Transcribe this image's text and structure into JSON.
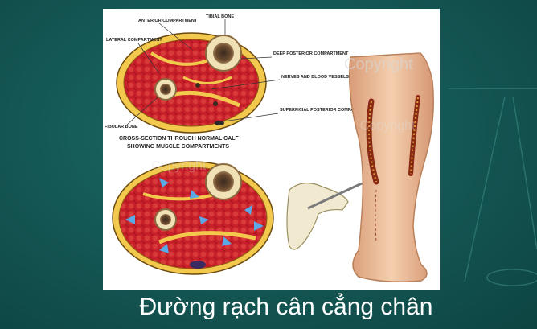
{
  "figure": {
    "labels": {
      "anterior": "ANTERIOR COMPARTMENT",
      "tibial": "TIBIAL BONE",
      "lateral": "LATERAL COMPARTMENT",
      "deep_posterior": "DEEP POSTERIOR COMPARTMENT",
      "nerves": "NERVES AND BLOOD VESSELS",
      "superficial_posterior": "SUPERFICIAL POSTERIOR COMPARTMENT",
      "fibular": "FIBULAR BONE",
      "cross_section_caption_1": "CROSS-SECTION THROUGH NORMAL CALF",
      "cross_section_caption_2": "SHOWING MUSCLE COMPARTMENTS"
    },
    "watermark_text": "Copyright"
  },
  "caption": "Đường rạch cân cẳng chân",
  "colors": {
    "background": "#155a57",
    "muscle": "#c8202a",
    "fat": "#f2c94c",
    "bone": "#f0e2b6",
    "arrow": "#5aa8e6",
    "skin": "#efc19c"
  }
}
